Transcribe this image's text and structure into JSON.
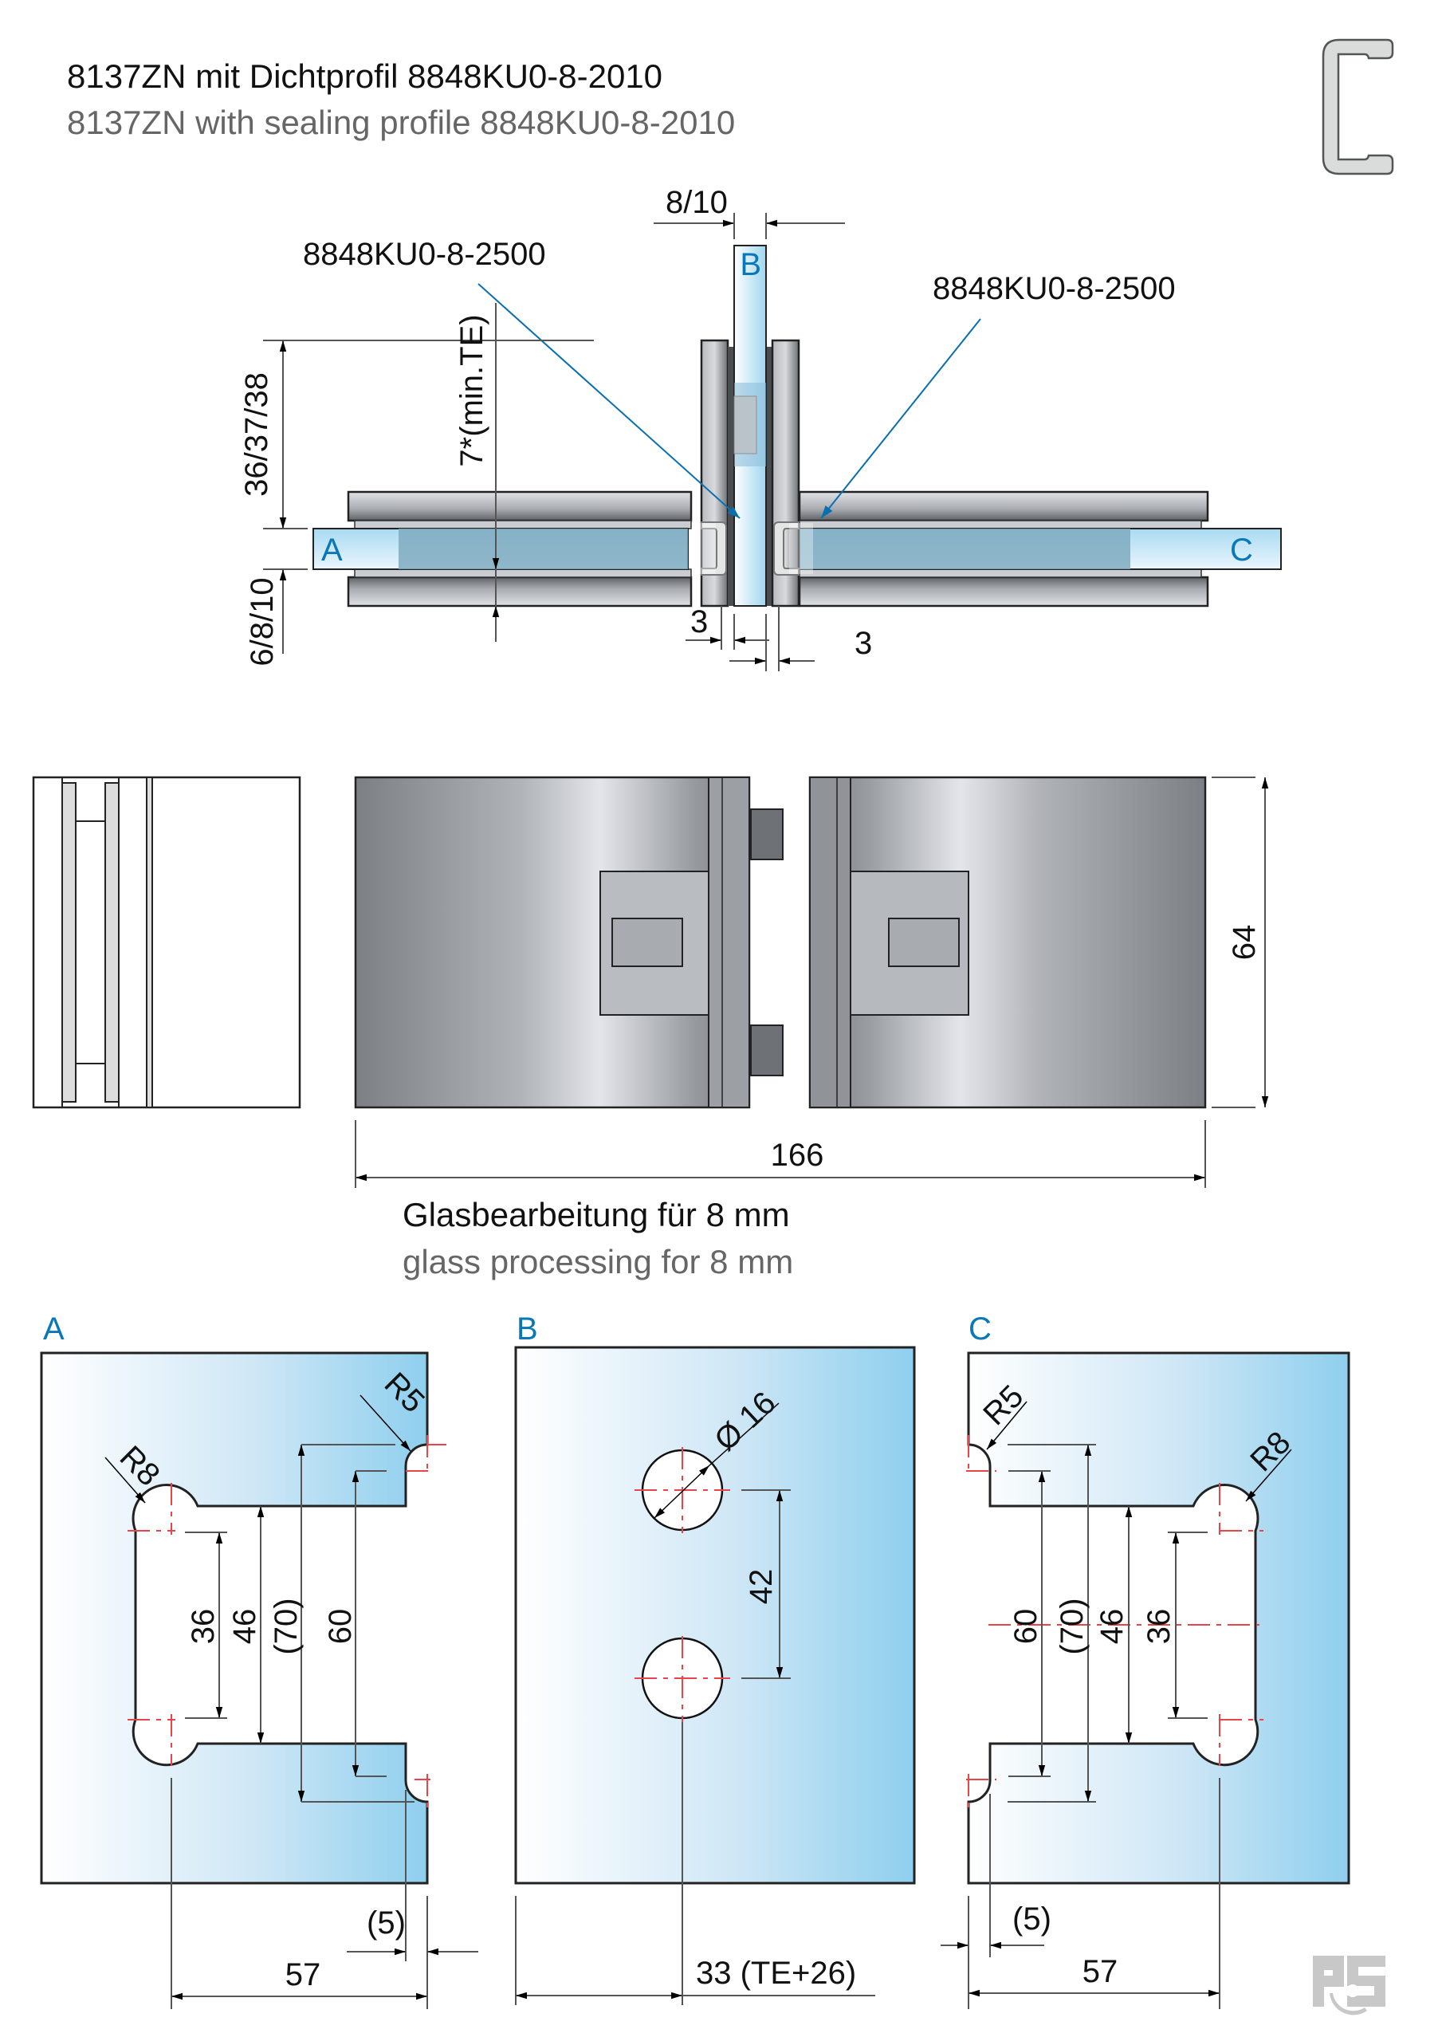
{
  "header": {
    "title_de": "8137ZN mit Dichtprofil 8848KU0-8-2010",
    "title_en": "8137ZN with sealing profile 8848KU0-8-2010",
    "profile_icon": "c-profile-icon"
  },
  "section_view": {
    "glass_labels": {
      "a": "A",
      "b": "B",
      "c": "C"
    },
    "callout_left": "8848KU0-8-2500",
    "callout_right": "8848KU0-8-2500",
    "dim_glass_thickness": "8/10",
    "dim_height": "36/37/38",
    "dim_offset": "6/8/10",
    "dim_min_te": "7*(min.TE)",
    "dim_gap_left": "3",
    "dim_gap_right": "3"
  },
  "front_view": {
    "dim_height": "64",
    "dim_width": "166"
  },
  "glass_processing": {
    "heading_de": "Glasbearbeitung für 8 mm",
    "heading_en": "glass processing for 8 mm",
    "panel_a": {
      "label": "A",
      "r_large": "R8",
      "r_small": "R5",
      "dims": [
        "36",
        "46",
        "(70)",
        "60"
      ],
      "dim_edge": "(5)",
      "dim_width": "57"
    },
    "panel_b": {
      "label": "B",
      "hole_diameter": "Ø 16",
      "hole_spacing": "42",
      "dim_offset": "33 (TE+26)"
    },
    "panel_c": {
      "label": "C",
      "r_large": "R8",
      "r_small": "R5",
      "dims": [
        "60",
        "(70)",
        "46",
        "36"
      ],
      "dim_edge": "(5)",
      "dim_width": "57"
    }
  },
  "colors": {
    "accent_blue": "#0a78b8",
    "glass_light": "#f7fbfe",
    "glass_dark": "#8ecfee",
    "metal_dark": "#7a7e82",
    "metal_light": "#e2e4e8",
    "centerline_red": "#e8454a"
  },
  "logo": {
    "name": "rs-logo"
  }
}
